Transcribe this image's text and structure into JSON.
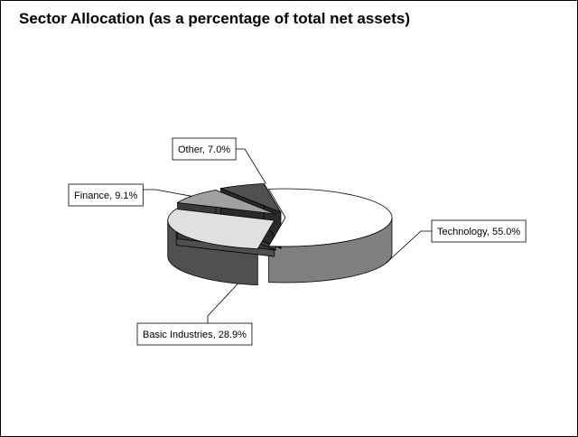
{
  "chart_data": {
    "type": "pie",
    "title": "Sector Allocation (as a percentage of total net assets)",
    "slices": [
      {
        "name": "Technology",
        "value": 55.0,
        "label": "Technology, 55.0%",
        "color": "#ffffff",
        "side_color": "#808080",
        "exploded": false
      },
      {
        "name": "Basic Industries",
        "value": 28.9,
        "label": "Basic Industries, 28.9%",
        "color": "#e0e0e0",
        "side_color": "#505050",
        "exploded": true
      },
      {
        "name": "Finance",
        "value": 9.1,
        "label": "Finance, 9.1%",
        "color": "#a0a0a0",
        "side_color": "#3a3a3a",
        "exploded": true
      },
      {
        "name": "Other",
        "value": 7.0,
        "label": "Other, 7.0%",
        "color": "#505050",
        "side_color": "#2a2a2a",
        "exploded": true
      }
    ],
    "style": "3d-exploded",
    "legend": "none",
    "data_labels": "callouts"
  }
}
